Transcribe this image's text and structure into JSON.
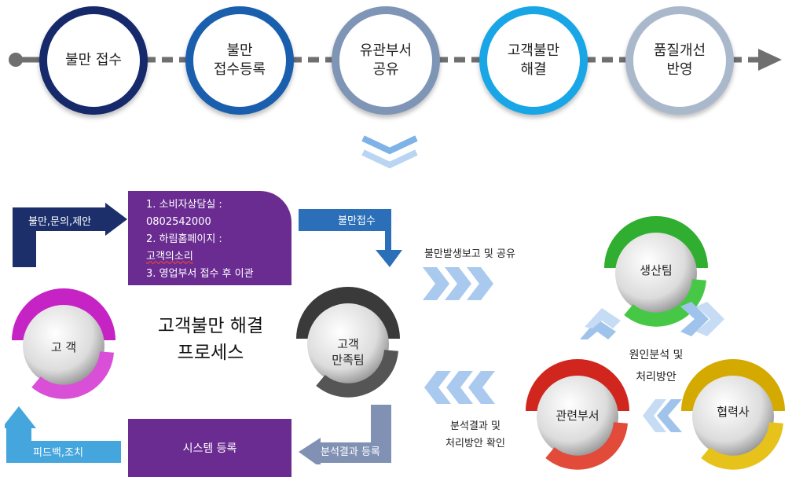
{
  "process": {
    "steps": [
      {
        "label": "불만 접수",
        "color": "#16296b"
      },
      {
        "label": "불만\n접수등록",
        "color": "#1a5fae"
      },
      {
        "label": "유관부서\n공유",
        "color": "#7f95b6"
      },
      {
        "label": "고객불만\n해결",
        "color": "#18a6e6"
      },
      {
        "label": "품질개선\n반영",
        "color": "#aab8cc"
      }
    ]
  },
  "center": {
    "title": "고객불만 해결\n프로세스",
    "contact_lines": [
      "1. 소비자상담실 :",
      "0802542000",
      "2. 하림홈페이지 :",
      "고객의소리",
      "3. 영업부서 접수 후 이관"
    ],
    "system_label": "시스템 등록"
  },
  "arrows": {
    "complaint_inquiry": "불만,문의,제안",
    "complaint_receipt": "불만접수",
    "feedback": "피드백,조치",
    "analysis_register": "분석결과 등록"
  },
  "balls": {
    "customer": "고 객",
    "satisfaction_team": "고객\n만족팀",
    "production_team": "생산팀",
    "related_dept": "관련부서",
    "partner": "협력사"
  },
  "notes": {
    "report_share": "불만발생보고 및 공유",
    "cause_analysis": "원인분석 및\n처리방안",
    "result_confirm": "분석결과 및\n처리방안 확인"
  },
  "colors": {
    "purple": "#6a2c91",
    "navy": "#1c2f6b",
    "blue": "#2b6fb8",
    "slate": "#7f8fb0",
    "lightblue": "#45a6dd",
    "chevron_light": "#a9c9ee"
  }
}
